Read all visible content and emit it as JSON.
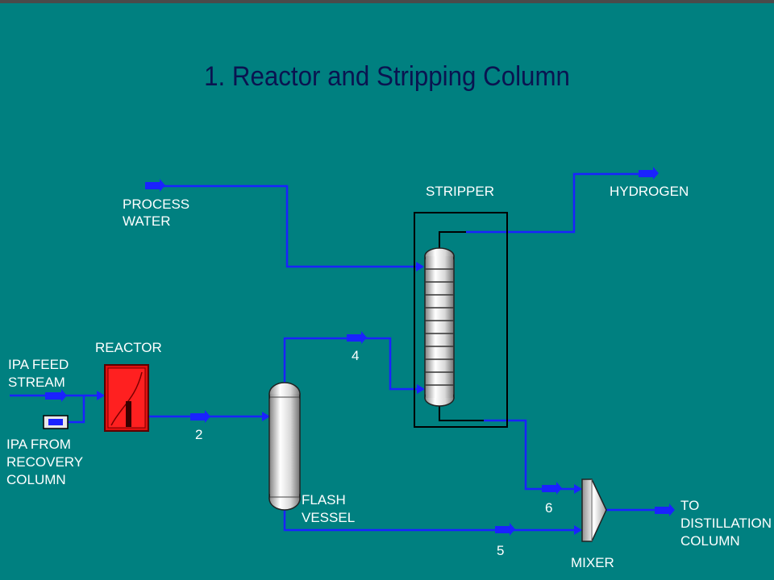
{
  "title": "1. Reactor and Stripping Column",
  "labels": {
    "process_water": [
      "PROCESS",
      "WATER"
    ],
    "stripper": "STRIPPER",
    "hydrogen": "HYDROGEN",
    "reactor": "REACTOR",
    "ipa_feed": [
      "IPA FEED",
      "STREAM"
    ],
    "ipa_recovery": [
      "IPA FROM",
      "RECOVERY",
      "COLUMN"
    ],
    "flash_vessel": [
      "FLASH",
      "VESSEL"
    ],
    "mixer": "MIXER",
    "to_distillation": [
      "TO",
      "DISTILLATION",
      "COLUMN"
    ]
  },
  "streams": {
    "s2": "2",
    "s4": "4",
    "s5": "5",
    "s6": "6"
  },
  "colors": {
    "background": "#008080",
    "stream_line": "#1a22ff",
    "title": "#0a1450",
    "label": "#ffffff",
    "reactor": "#e01010"
  }
}
